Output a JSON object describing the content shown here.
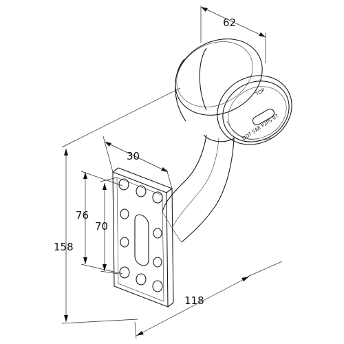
{
  "dimensions": {
    "width_top": "62",
    "plate_width": "30",
    "hole_span": "76",
    "plate_height": "70",
    "overall_height": "158",
    "overall_depth": "118"
  },
  "lens_markings": {
    "top": "TOP",
    "codes": "DOT  SAE  P2PS  07"
  }
}
